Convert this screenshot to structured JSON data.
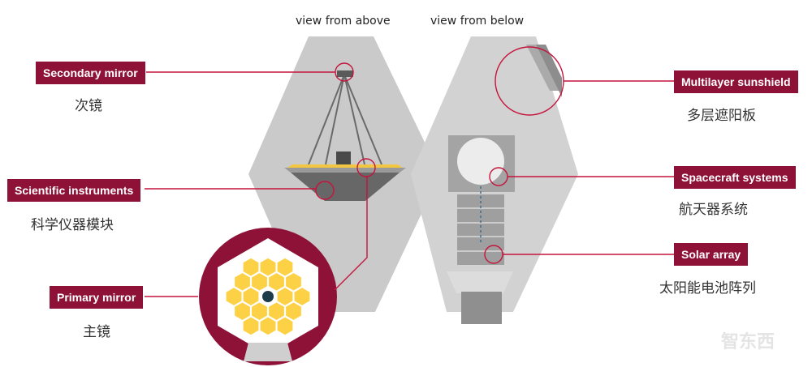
{
  "headings": {
    "above": "view from above",
    "below": "view from below"
  },
  "labels": {
    "secondary_mirror": {
      "en": "Secondary mirror",
      "zh": "次镜"
    },
    "scientific_instruments": {
      "en": "Scientific instruments",
      "zh": "科学仪器模块"
    },
    "primary_mirror": {
      "en": "Primary mirror",
      "zh": "主镜"
    },
    "sunshield": {
      "en": "Multilayer sunshield",
      "zh": "多层遮阳板"
    },
    "spacecraft_systems": {
      "en": "Spacecraft systems",
      "zh": "航天器系统"
    },
    "solar_array": {
      "en": "Solar array",
      "zh": "太阳能电池阵列"
    }
  },
  "watermark": "智东西",
  "colors": {
    "label_bg": "#8e1237",
    "leader_line": "#c4143c",
    "panel": "#c9c9c9",
    "mirror_segment": "#fcd145",
    "dark_gray": "#6a6a6a"
  }
}
